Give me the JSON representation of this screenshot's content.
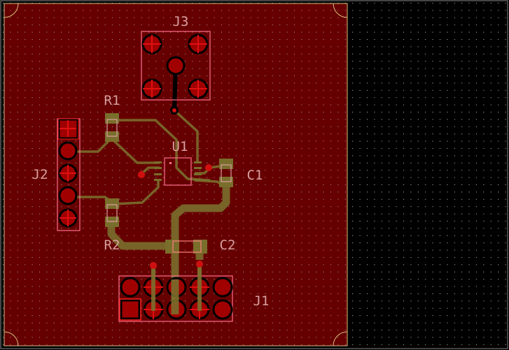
{
  "board": {
    "colors": {
      "board": "#660000",
      "background": "#000000",
      "track": "#7a6e2c",
      "silkscreen": "#d8a0a0",
      "courtyard": "#ff6f8f",
      "pad": "#a00000"
    }
  },
  "components": {
    "j3": "J3",
    "r1": "R1",
    "j2": "J2",
    "u1": "U1",
    "c1": "C1",
    "r2": "R2",
    "c2": "C2",
    "j1": "J1"
  }
}
